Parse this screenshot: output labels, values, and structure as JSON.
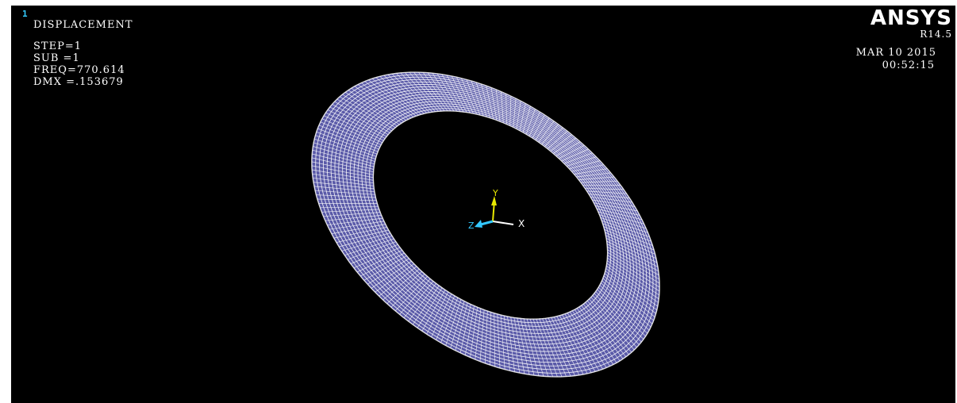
{
  "window_number": "1",
  "plot_info": {
    "title": "DISPLACEMENT",
    "step": "STEP=1",
    "sub": "SUB =1",
    "freq": "FREQ=770.614",
    "dmx": "DMX =.153679"
  },
  "brand": {
    "logo": "ANSYS",
    "version": "R14.5"
  },
  "datetime": {
    "date": "MAR 10 2015",
    "time": "00:52:15"
  },
  "triad": {
    "x_label": "X",
    "y_label": "Y",
    "z_label": "Z"
  },
  "colors": {
    "background": "#000000",
    "mesh_edge": "#ffffff",
    "mesh_face": "#5a5aa8",
    "triad_x": "#ffffff",
    "triad_y": "#e8e800",
    "triad_z": "#33c8ff"
  }
}
